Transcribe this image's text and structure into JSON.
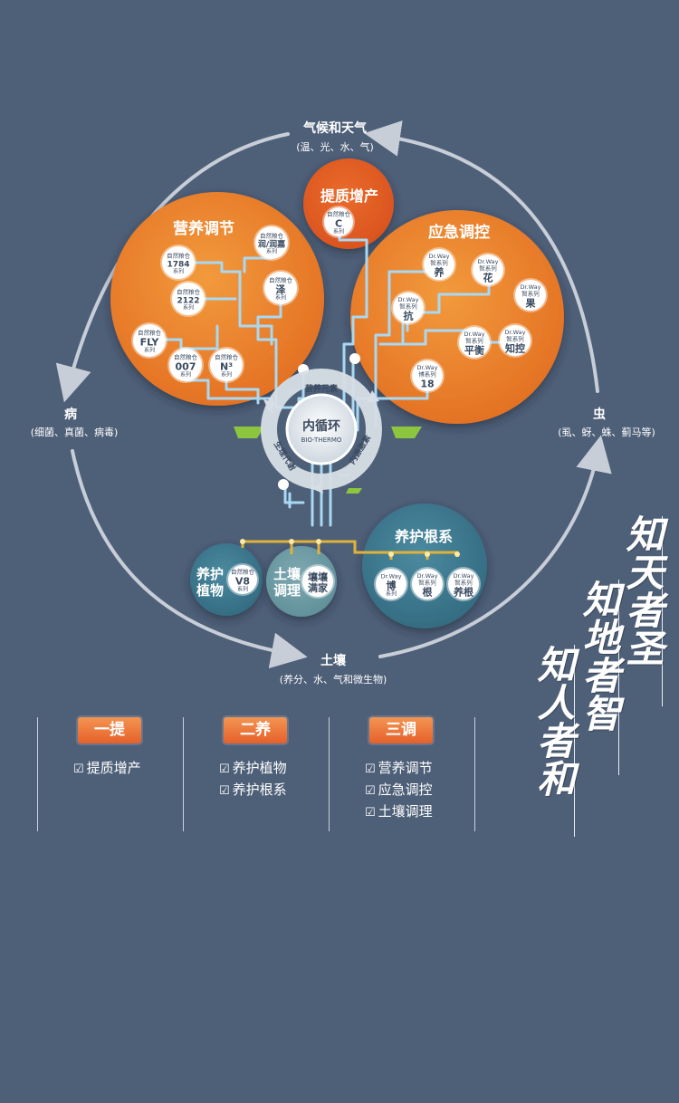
{
  "cycle": {
    "top": {
      "title": "气候和天气",
      "sub": "(温、光、水、气)"
    },
    "left": {
      "title": "病",
      "sub": "(细菌、真菌、病毒)"
    },
    "right": {
      "title": "虫",
      "sub": "(虱、蚜、蛛、蓟马等)"
    },
    "bottom": {
      "title": "土壤",
      "sub": "(养分、水、气和微生物)"
    }
  },
  "center": {
    "title": "内循环",
    "sub": "BIO-THERMO",
    "arc_top": "营养元素",
    "arc_left": "生理代谢",
    "arc_right": "内源激素"
  },
  "bubbles": {
    "nutrition": {
      "title": "营养调节",
      "nodes": [
        {
          "top": "自然粮仓",
          "main": "1784",
          "bottom": "系列"
        },
        {
          "top": "自然粮仓",
          "main": "润/润嘉",
          "bottom": "系列"
        },
        {
          "top": "自然粮仓",
          "main": "2122",
          "bottom": "系列"
        },
        {
          "top": "自然粮仓",
          "main": "泽",
          "bottom": "系列"
        },
        {
          "top": "自然粮仓",
          "main": "FLY",
          "bottom": "系列"
        },
        {
          "top": "自然粮仓",
          "main": "007",
          "bottom": "系列"
        },
        {
          "top": "自然粮仓",
          "main": "N³",
          "bottom": "系列"
        }
      ]
    },
    "quality": {
      "title": "提质增产",
      "nodes": [
        {
          "top": "自然粮仓",
          "main": "C",
          "bottom": "系列"
        }
      ]
    },
    "emergency": {
      "title": "应急调控",
      "nodes": [
        {
          "top": "Dr.Way",
          "mid": "智系列",
          "main": "养"
        },
        {
          "top": "Dr.Way",
          "mid": "智系列",
          "main": "花"
        },
        {
          "top": "Dr.Way",
          "mid": "智系列",
          "main": "果"
        },
        {
          "top": "Dr.Way",
          "mid": "智系列",
          "main": "抗"
        },
        {
          "top": "Dr.Way",
          "mid": "智系列",
          "main": "平衡"
        },
        {
          "top": "Dr.Way",
          "mid": "智系列",
          "main": "知控"
        },
        {
          "top": "Dr.Way",
          "mid": "博系列",
          "main": "18"
        }
      ]
    },
    "roots": {
      "title": "养护根系",
      "nodes": [
        {
          "top": "Dr.Way",
          "main": "博",
          "bottom": "系列"
        },
        {
          "top": "Dr.Way",
          "mid": "智系列",
          "main": "根"
        },
        {
          "top": "Dr.Way",
          "mid": "智系列",
          "main": "养根"
        }
      ]
    },
    "plants": {
      "title_l1": "养护",
      "title_l2": "植物",
      "nodes": [
        {
          "top": "自然粮仓",
          "main": "V8",
          "bottom": "系列"
        }
      ]
    },
    "soil": {
      "title_l1": "土壤",
      "title_l2": "调理",
      "nodes": [
        {
          "main": "壤壤",
          "main2": "满家"
        }
      ]
    }
  },
  "legend": [
    {
      "head": "一提",
      "items": [
        "提质增产"
      ]
    },
    {
      "head": "二养",
      "items": [
        "养护植物",
        "养护根系"
      ]
    },
    {
      "head": "三调",
      "items": [
        "营养调节",
        "应急调控",
        "土壤调理"
      ]
    }
  ],
  "calligraphy": [
    "知天者圣",
    "知地者智",
    "知人者和"
  ],
  "colors": {
    "background": "#4e5f78",
    "orange": "#e77b2c",
    "red_orange": "#df5b24",
    "teal": "#3f7d93",
    "pipe": "#a9d8f2",
    "gold": "#e0b23a",
    "leaf": "#8cc63f"
  }
}
